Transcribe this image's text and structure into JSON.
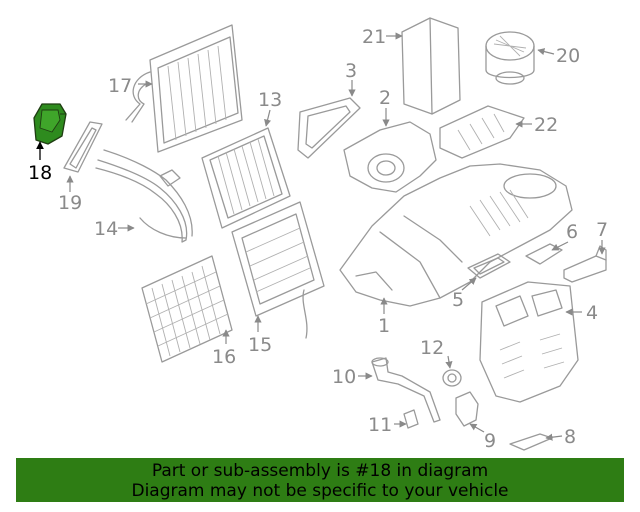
{
  "callouts": {
    "c1": "1",
    "c2": "2",
    "c3": "3",
    "c4": "4",
    "c5": "5",
    "c6": "6",
    "c7": "7",
    "c8": "8",
    "c9": "9",
    "c10": "10",
    "c11": "11",
    "c12": "12",
    "c13": "13",
    "c14": "14",
    "c15": "15",
    "c16": "16",
    "c17": "17",
    "c18": "18",
    "c19": "19",
    "c20": "20",
    "c21": "21",
    "c22": "22"
  },
  "highlight": {
    "part": "18",
    "color": "#2e7d14"
  },
  "banner": {
    "line1": "Part or sub-assembly is #18 in diagram",
    "line2": "Diagram may not be specific to your vehicle",
    "color": "#2e7d14"
  }
}
